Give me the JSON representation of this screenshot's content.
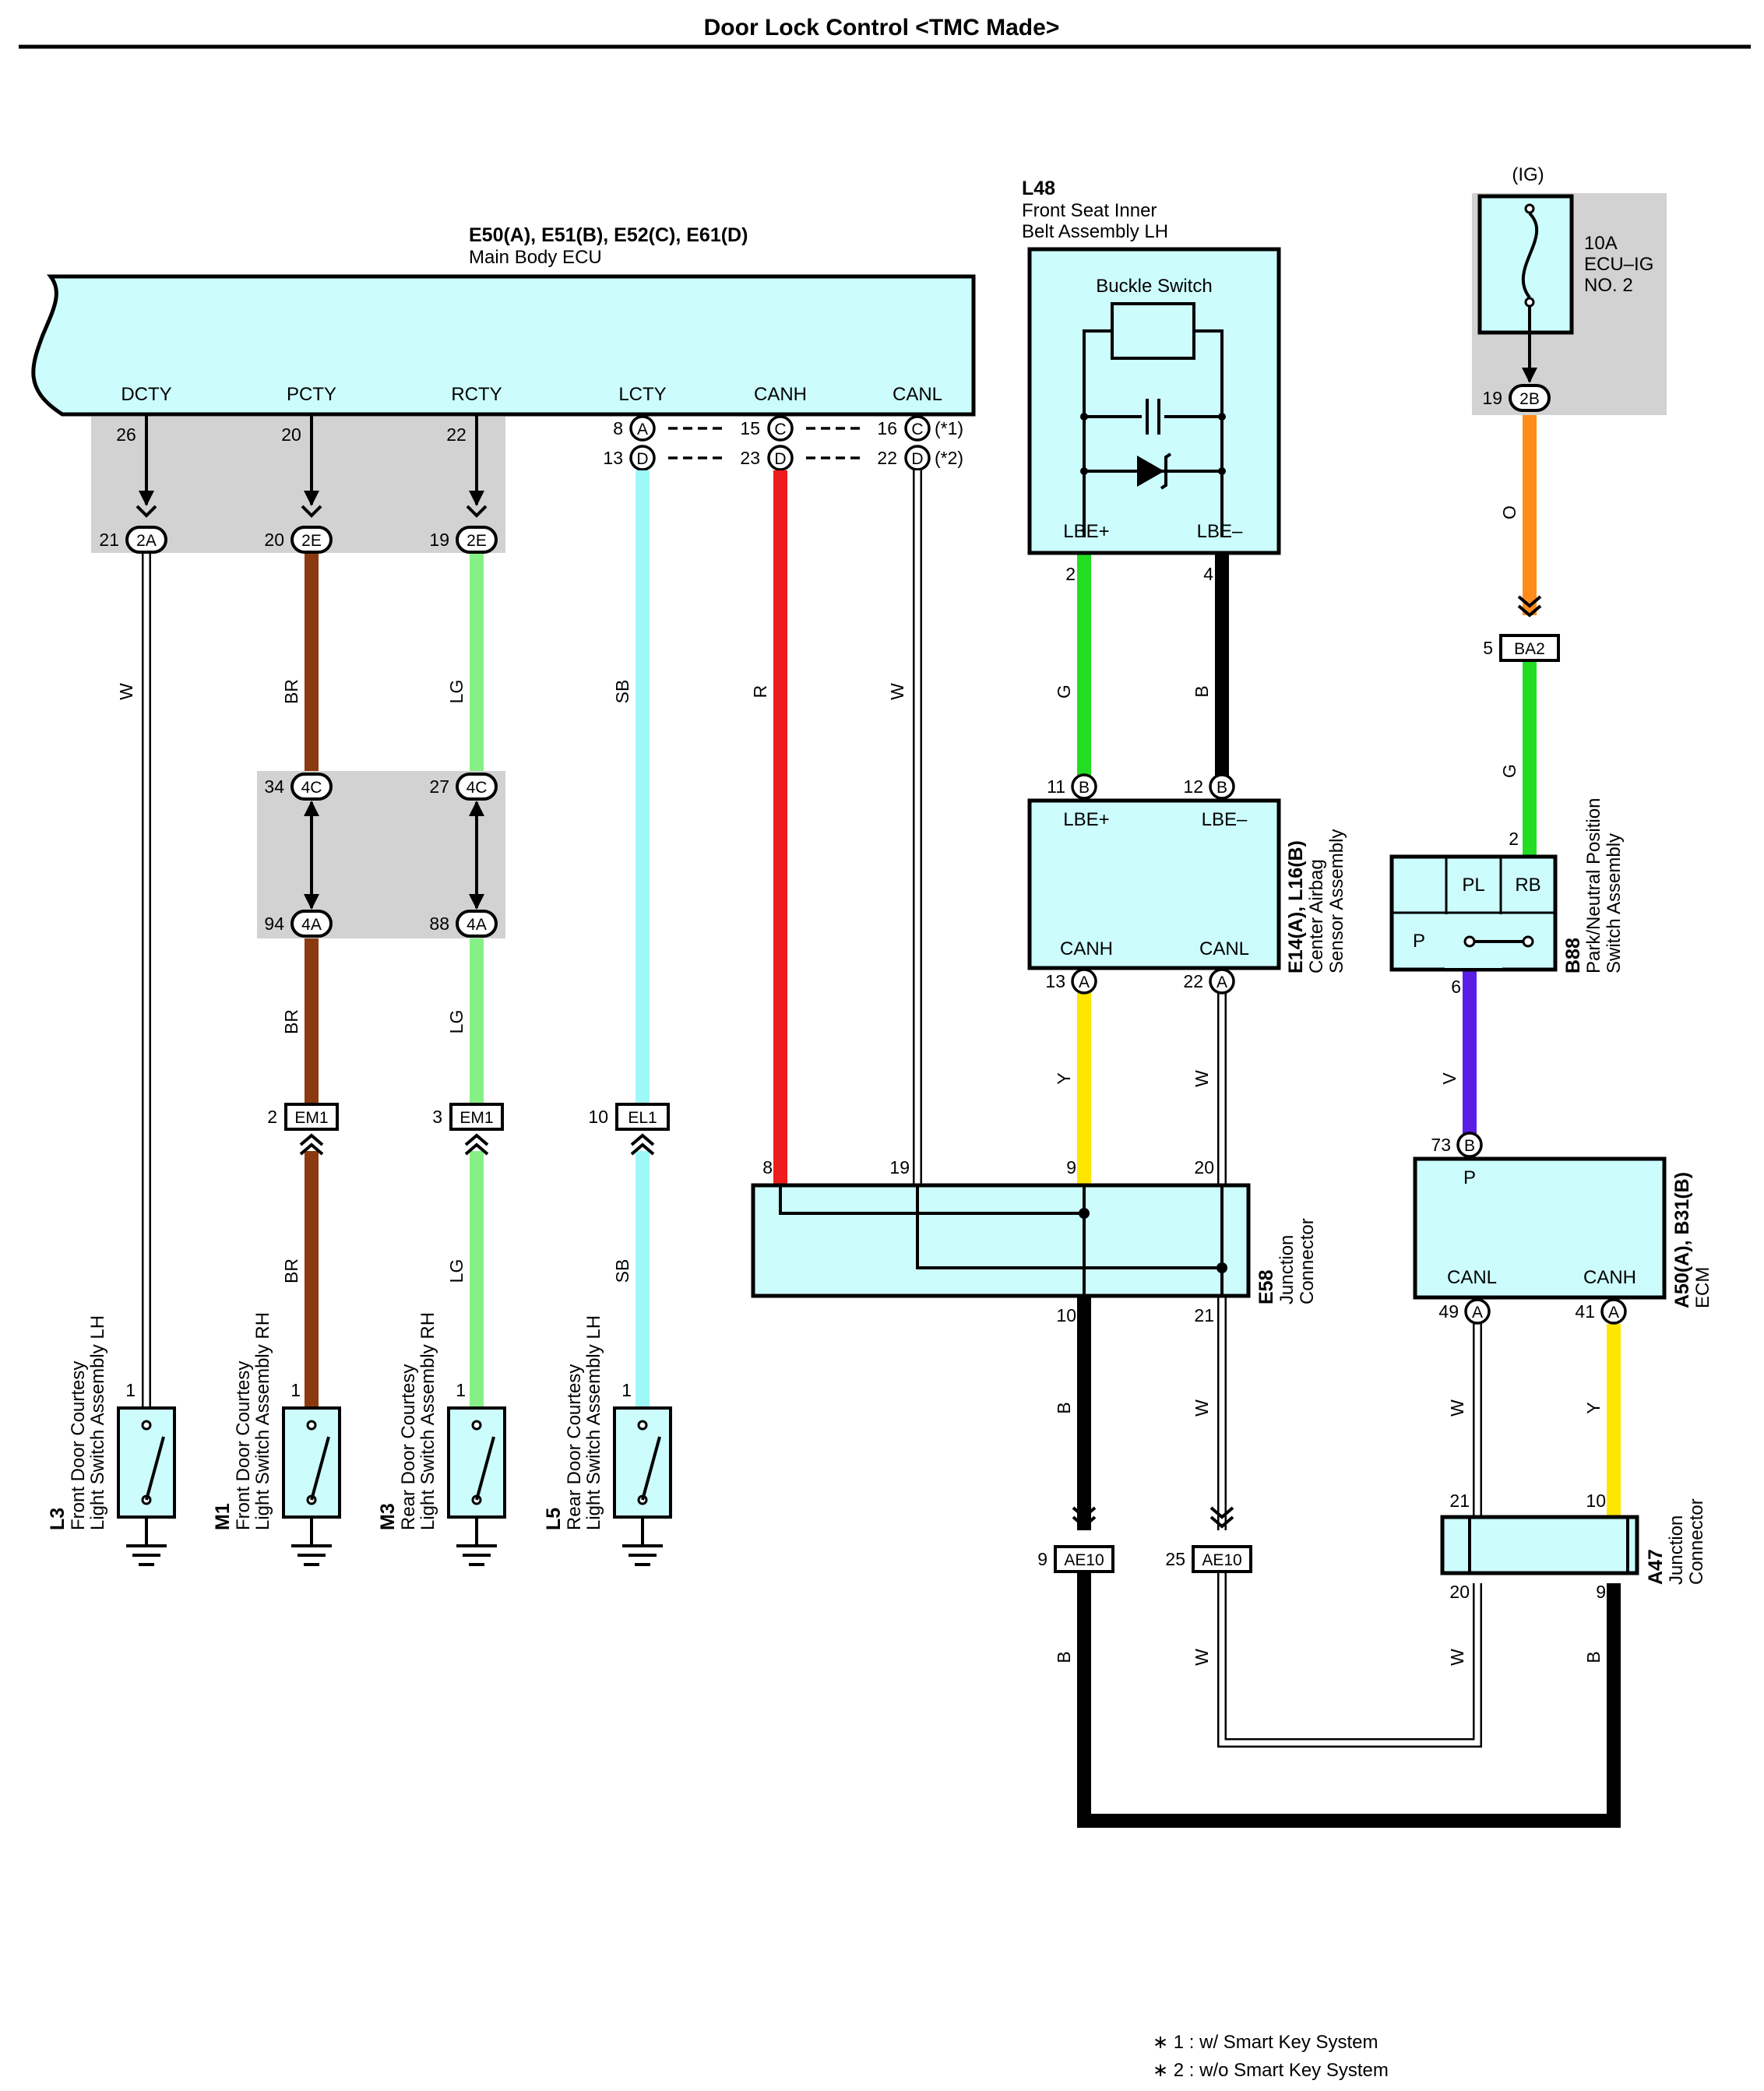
{
  "title": "Door Lock Control <TMC Made>",
  "main_ecu": {
    "code": "E50(A), E51(B), E52(C), E61(D)",
    "name": "Main Body ECU",
    "terminals": [
      "DCTY",
      "PCTY",
      "RCTY",
      "LCTY",
      "CANH",
      "CANL"
    ]
  },
  "ecu_pins": {
    "dcty": "26",
    "pcty": "20",
    "rcty": "22",
    "lcty_a": "8",
    "lcty_d": "13",
    "canh_c": "15",
    "canh_d": "23",
    "canl_c": "16",
    "canl_d": "22",
    "conn_a": "A",
    "conn_c": "C",
    "conn_d": "D",
    "note1": "(*1)",
    "note2": "(*2)"
  },
  "j_2a": {
    "pin": "21",
    "conn": "2A"
  },
  "j_2e_p": {
    "pin": "20",
    "conn": "2E"
  },
  "j_2e_r": {
    "pin": "19",
    "conn": "2E"
  },
  "j_4c_p": {
    "pin": "34",
    "conn": "4C"
  },
  "j_4c_r": {
    "pin": "27",
    "conn": "4C"
  },
  "j_4a_p": {
    "pin": "94",
    "conn": "4A"
  },
  "j_4a_r": {
    "pin": "88",
    "conn": "4A"
  },
  "em1_p": {
    "pin": "2",
    "conn": "EM1"
  },
  "em1_r": {
    "pin": "3",
    "conn": "EM1"
  },
  "el1": {
    "pin": "10",
    "conn": "EL1"
  },
  "wires": {
    "w": "W",
    "br": "BR",
    "lg": "LG",
    "sb": "SB",
    "r": "R",
    "g": "G",
    "b": "B",
    "y": "Y",
    "v": "V",
    "o": "O"
  },
  "wire_colors": {
    "W": "#ffffff",
    "BR": "#8b3a0f",
    "LG": "#86f086",
    "SB": "#9ff8f8",
    "R": "#ee1c1c",
    "G": "#22dd22",
    "B": "#000000",
    "Y": "#ffe600",
    "V": "#5b1ee6",
    "O": "#ff8c1a",
    "box": "#ccfcfc",
    "shade": "#d0d0d0"
  },
  "switches": {
    "l3": {
      "code": "L3",
      "line1": "Front Door Courtesy",
      "line2": "Light Switch Assembly LH",
      "pin": "1"
    },
    "m1": {
      "code": "M1",
      "line1": "Front Door Courtesy",
      "line2": "Light Switch Assembly RH",
      "pin": "1"
    },
    "m3": {
      "code": "M3",
      "line1": "Rear Door Courtesy",
      "line2": "Light Switch Assembly RH",
      "pin": "1"
    },
    "l5": {
      "code": "L5",
      "line1": "Rear Door Courtesy",
      "line2": "Light Switch Assembly LH",
      "pin": "1"
    }
  },
  "l48": {
    "code": "L48",
    "line1": "Front Seat Inner",
    "line2": "Belt Assembly LH",
    "switch": "Buckle Switch",
    "t1": "LBE+",
    "t2": "LBE–",
    "p1": "2",
    "p2": "4"
  },
  "airbag": {
    "code": "E14(A), L16(B)",
    "line1": "Center Airbag",
    "line2": "Sensor Assembly",
    "t1": "LBE+",
    "t2": "LBE–",
    "t3": "CANH",
    "t4": "CANL",
    "p1": "11",
    "p2": "12",
    "p3": "13",
    "p4": "22",
    "cb": "B",
    "ca": "A"
  },
  "e58": {
    "code": "E58",
    "line1": "Junction",
    "line2": "Connector",
    "p_in": [
      "8",
      "19",
      "9",
      "20"
    ],
    "p_out": [
      "10",
      "21"
    ]
  },
  "ae10_b": {
    "pin": "9",
    "conn": "AE10"
  },
  "ae10_w": {
    "pin": "25",
    "conn": "AE10"
  },
  "fuse": {
    "ig": "(IG)",
    "line1": "10A",
    "line2": "ECU–IG",
    "line3": "NO. 2",
    "pin": "19",
    "conn": "2B"
  },
  "ba2": {
    "pin": "5",
    "conn": "BA2"
  },
  "b88": {
    "code": "B88",
    "line1": "Park/Neutral Position",
    "line2": "Switch Assembly",
    "pl": "PL",
    "rb": "RB",
    "p": "P",
    "pin_in": "2",
    "pin_out": "6"
  },
  "ecm": {
    "code": "A50(A), B31(B)",
    "name": "ECM",
    "p": "P",
    "canl": "CANL",
    "canh": "CANH",
    "pin_p": "73",
    "pin_canl": "49",
    "pin_canh": "41",
    "cb": "B",
    "ca": "A"
  },
  "a47": {
    "code": "A47",
    "line1": "Junction",
    "line2": "Connector",
    "p_in": [
      "21",
      "10"
    ],
    "p_out": [
      "20",
      "9"
    ]
  },
  "notes": [
    "∗ 1 : w/ Smart Key System",
    "∗ 2 : w/o Smart Key System"
  ]
}
